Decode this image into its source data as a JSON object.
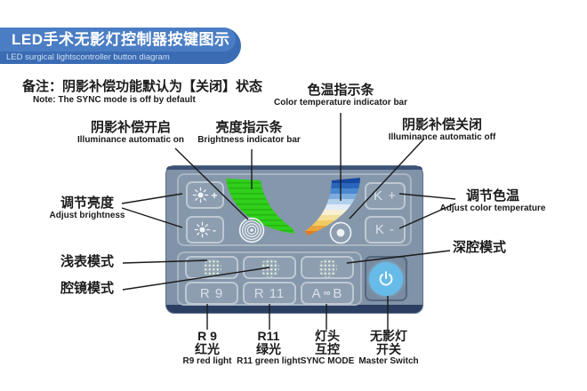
{
  "header": {
    "title_zh": "LED手术无影灯控制器按键图示",
    "title_en": "LED surgical lightscontroller button diagram"
  },
  "note": {
    "zh": "备注：阴影补偿功能默认为【关闭】状态",
    "en": "Note: The SYNC mode is off by default"
  },
  "callouts": {
    "color_temp_bar": {
      "zh": "色温指示条",
      "en": "Color temperature indicator bar"
    },
    "brightness_bar": {
      "zh": "亮度指示条",
      "en": "Brightness indicator bar"
    },
    "shadow_comp_on": {
      "zh": "阴影补偿开启",
      "en": "Illuminance automatic on"
    },
    "shadow_comp_off": {
      "zh": "阴影补偿关闭",
      "en": "Illuminance automatic off"
    },
    "adjust_brightness": {
      "zh": "调节亮度",
      "en": "Adjust brightness"
    },
    "adjust_color_temp": {
      "zh": "调节色温",
      "en": "Adjust color temperature"
    },
    "superficial_mode": {
      "zh": "浅表模式"
    },
    "endoscope_mode": {
      "zh": "腔镜模式"
    },
    "deep_cavity_mode": {
      "zh": "深腔模式"
    },
    "r9": {
      "line1": "R 9",
      "line2": "红光",
      "line3": "R9 red light"
    },
    "r11": {
      "line1": "R11",
      "line2": "绿光",
      "line3": "R11 green light"
    },
    "sync_mode": {
      "line1": "灯头",
      "line2": "互控",
      "line3": "SYNC MODE"
    },
    "master_switch": {
      "line1": "无影灯",
      "line2": "开关",
      "line3": "Master Switch"
    }
  },
  "panel": {
    "buttons": {
      "brightness_up_sign": "+",
      "brightness_down_sign": "-",
      "k_plus": "K +",
      "k_minus": "K -",
      "r9": "R 9",
      "r11": "R 11",
      "ab_a": "A",
      "ab_link": "∞",
      "ab_b": "B"
    }
  },
  "colors": {
    "banner_bg": "#3a6cb4",
    "banner_title_bg": "#4a7dc4",
    "panel_body": "#8093a8",
    "panel_bottom_edge": "#2b3f63",
    "green_bar": "#2fcf1b",
    "temp_gradient_top": "#16489f",
    "temp_gradient_bottom": "#e17a1b",
    "power_circle": "#67bbe9",
    "annotation_line": "#1b1b1b"
  }
}
